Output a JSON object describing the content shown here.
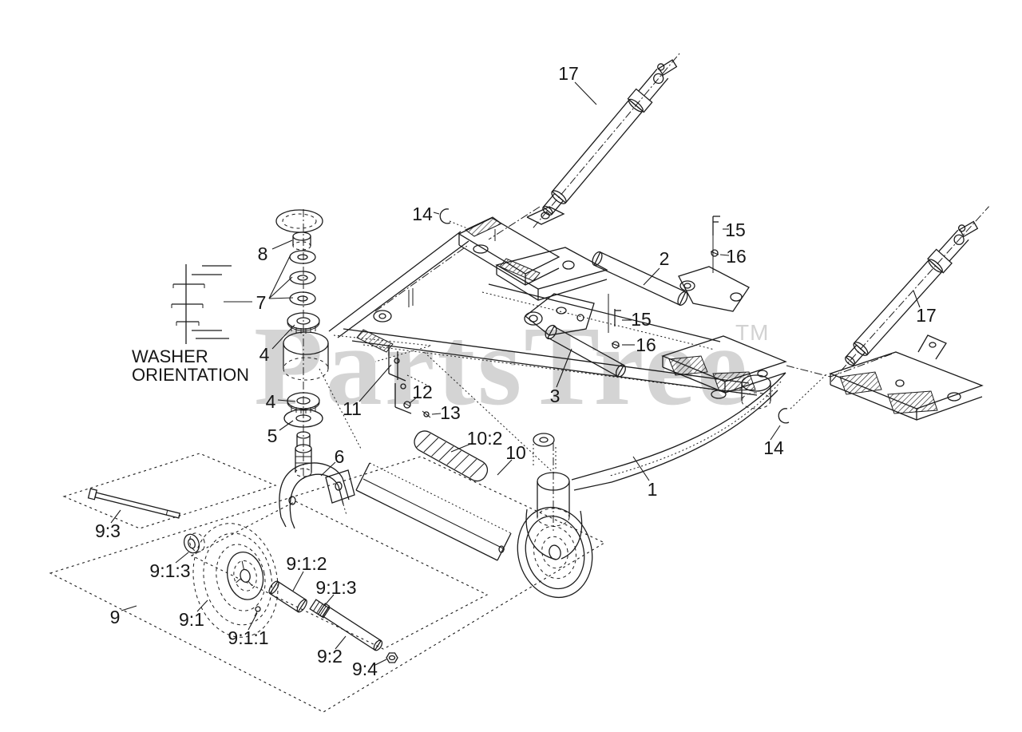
{
  "watermark": {
    "text": "PartsTree",
    "tm": "TM",
    "color": "#d4d4d4"
  },
  "washer_note": {
    "line1": "WASHER",
    "line2": "ORIENTATION"
  },
  "callouts": [
    {
      "id": "part17-upper",
      "label": "17"
    },
    {
      "id": "part14-upper",
      "label": "14"
    },
    {
      "id": "part8",
      "label": "8"
    },
    {
      "id": "part15-upper",
      "label": "15"
    },
    {
      "id": "part16-upper",
      "label": "16"
    },
    {
      "id": "part2",
      "label": "2"
    },
    {
      "id": "part7",
      "label": "7"
    },
    {
      "id": "part15-lower",
      "label": "15"
    },
    {
      "id": "part16-lower",
      "label": "16"
    },
    {
      "id": "part17-right",
      "label": "17"
    },
    {
      "id": "part4-upper",
      "label": "4"
    },
    {
      "id": "part3",
      "label": "3"
    },
    {
      "id": "part11",
      "label": "11"
    },
    {
      "id": "part12",
      "label": "12"
    },
    {
      "id": "part13",
      "label": "13"
    },
    {
      "id": "part4-lower",
      "label": "4"
    },
    {
      "id": "part5",
      "label": "5"
    },
    {
      "id": "part10-2",
      "label": "10:2"
    },
    {
      "id": "part10",
      "label": "10"
    },
    {
      "id": "part6",
      "label": "6"
    },
    {
      "id": "part1",
      "label": "1"
    },
    {
      "id": "part14-right",
      "label": "14"
    },
    {
      "id": "part9-3",
      "label": "9:3"
    },
    {
      "id": "part9-1-3-left",
      "label": "9:1:3"
    },
    {
      "id": "part9",
      "label": "9"
    },
    {
      "id": "part9-1",
      "label": "9:1"
    },
    {
      "id": "part9-1-2",
      "label": "9:1:2"
    },
    {
      "id": "part9-1-3-right",
      "label": "9:1:3"
    },
    {
      "id": "part9-1-1",
      "label": "9:1:1"
    },
    {
      "id": "part9-2",
      "label": "9:2"
    },
    {
      "id": "part9-4",
      "label": "9:4"
    }
  ]
}
